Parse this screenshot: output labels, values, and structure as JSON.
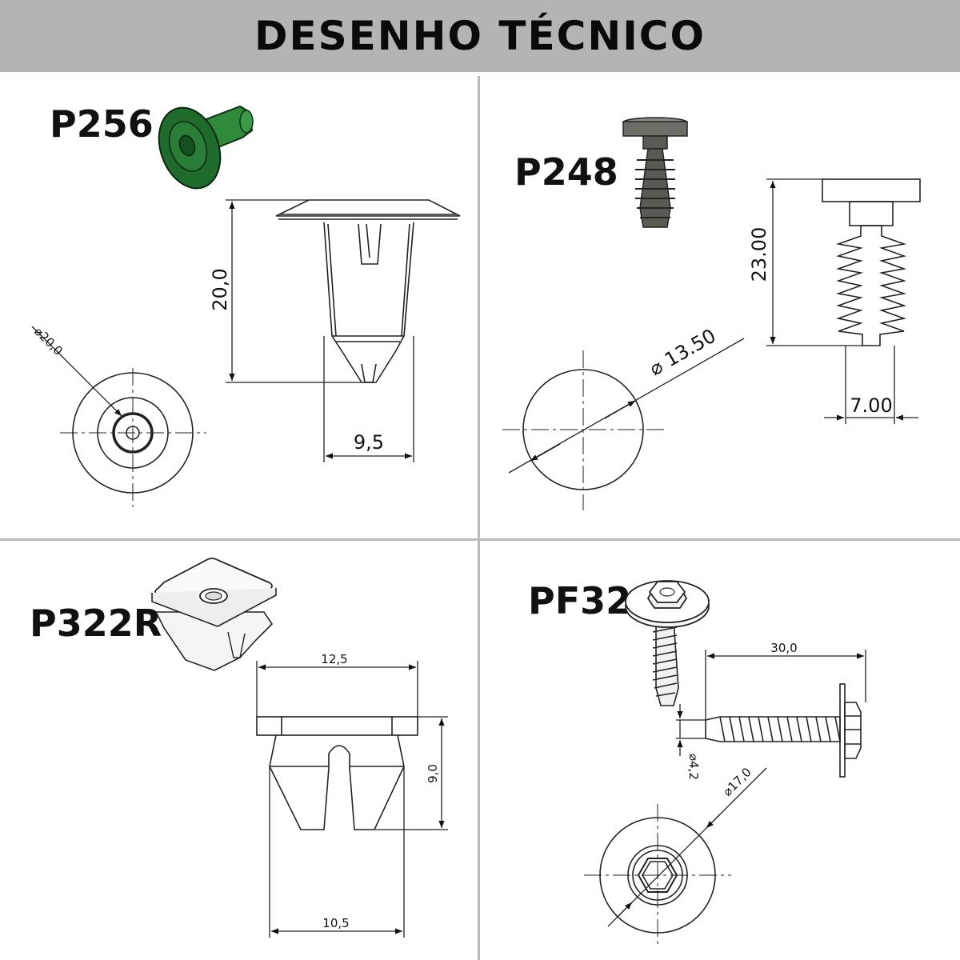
{
  "header": {
    "title": "DESENHO TÉCNICO"
  },
  "parts": [
    {
      "code": "P256",
      "dims": {
        "height": "20,0",
        "diameter": "⌀20,0",
        "width": "9,5"
      }
    },
    {
      "code": "P248",
      "dims": {
        "height": "23.00",
        "diameter": "⌀ 13.50",
        "width": "7.00"
      }
    },
    {
      "code": "P322R",
      "dims": {
        "top_width": "12,5",
        "height": "9,0",
        "bottom_width": "10,5"
      }
    },
    {
      "code": "PF32",
      "dims": {
        "length": "30,0",
        "shank": "⌀4,2",
        "washer": "⌀17,0"
      }
    }
  ],
  "colors": {
    "header_bg": "#b4b4b4",
    "divider": "#b9b9b9",
    "p256_green": "#1f6b2c",
    "p248_grey": "#5a5a52"
  }
}
